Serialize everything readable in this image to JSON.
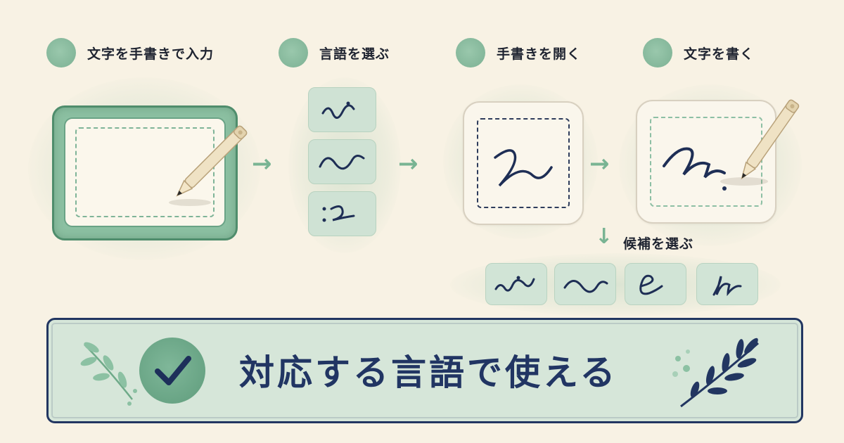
{
  "steps": [
    {
      "label": "文字を手書きで入力"
    },
    {
      "label": "言語を選ぶ"
    },
    {
      "label": "手書きを開く"
    },
    {
      "label": "文字を書く"
    }
  ],
  "candidate": {
    "label": "候補を選ぶ"
  },
  "banner": {
    "text": "対応する言語で使える"
  },
  "colors": {
    "accent_green": "#7fb799",
    "navy": "#213563",
    "background": "#f8f2e4"
  },
  "icons": [
    "pencil-icon",
    "arrow-right-icon",
    "arrow-down-icon",
    "checkmark-icon",
    "leaf-branch-icon"
  ]
}
